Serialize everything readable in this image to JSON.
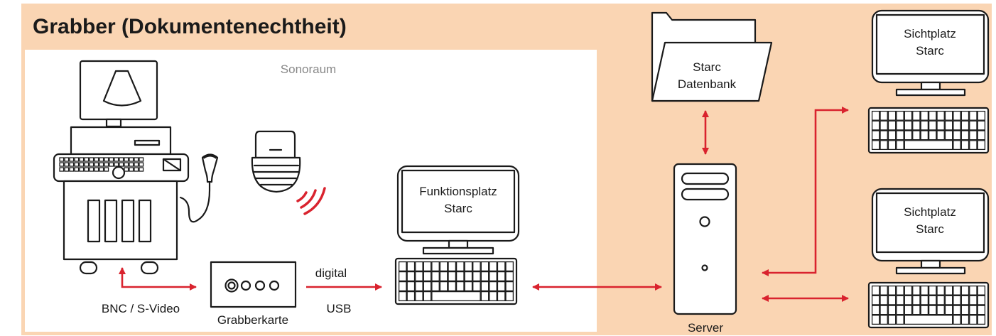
{
  "title": "Grabber (Dokumentenechtheit)",
  "colors": {
    "background": "#fad5b3",
    "room": "#ffffff",
    "arrow": "#d9232e",
    "line": "#1a1a1a",
    "room_label": "#888888"
  },
  "room": {
    "label": "Sonoraum"
  },
  "nodes": {
    "ultrasound": {
      "icon": "ultrasound-machine-icon"
    },
    "wireless": {
      "icon": "wireless-transducer-icon"
    },
    "grabber": {
      "label": "Grabberkarte",
      "icon": "grabber-card-icon"
    },
    "workstation": {
      "label_line1": "Funktionsplatz",
      "label_line2": "Starc",
      "icon": "monitor-icon"
    },
    "database": {
      "label_line1": "Starc",
      "label_line2": "Datenbank",
      "icon": "folder-icon"
    },
    "server": {
      "label": "Server",
      "icon": "server-tower-icon"
    },
    "viewer1": {
      "label_line1": "Sichtplatz",
      "label_line2": "Starc",
      "icon": "monitor-icon"
    },
    "viewer2": {
      "label_line1": "Sichtplatz",
      "label_line2": "Starc",
      "icon": "monitor-icon"
    }
  },
  "connections": {
    "video": {
      "label": "BNC / S-Video"
    },
    "usb": {
      "label_top": "digital",
      "label_bottom": "USB"
    }
  }
}
